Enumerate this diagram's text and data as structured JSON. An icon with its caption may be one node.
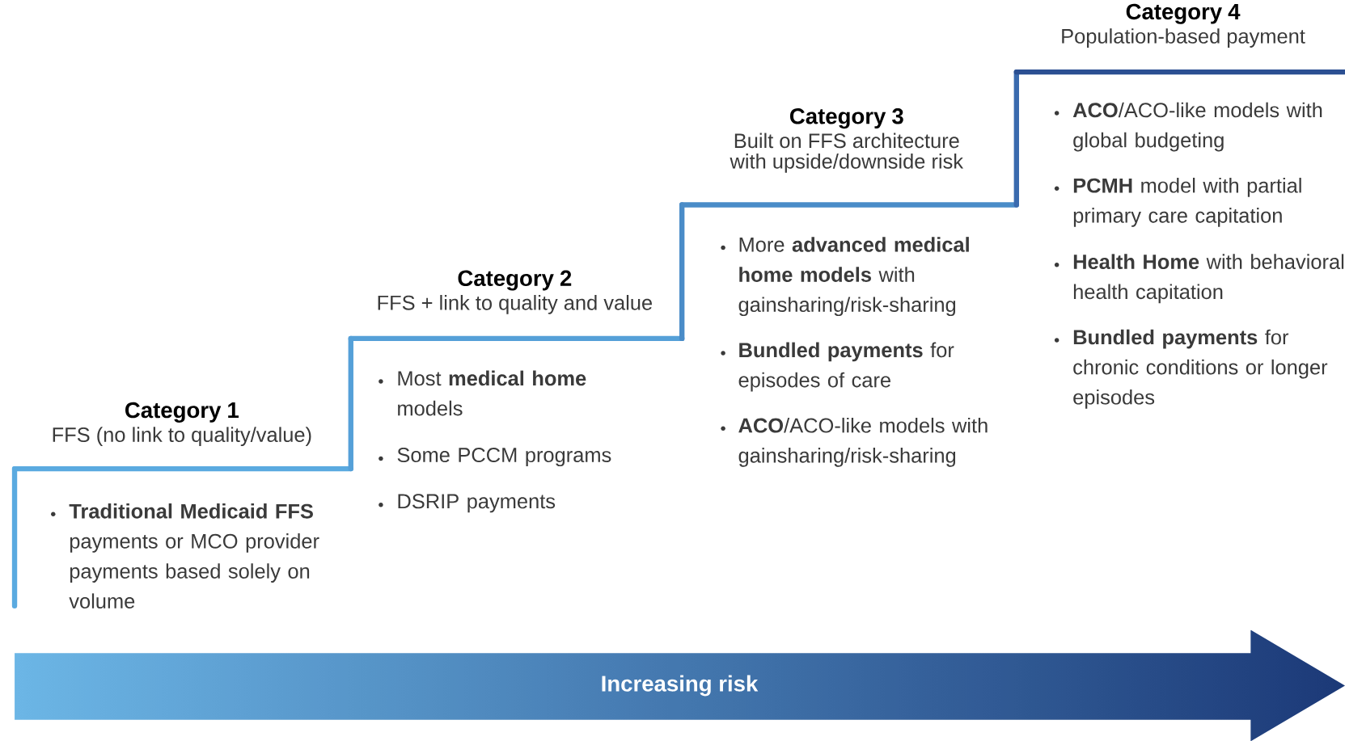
{
  "diagram": {
    "nodes": [
      {
        "text": [
          "Category 1",
          "FFS (no link to quality/value)",
          "**Traditional Medicaid FFS** payments or MCO provider payments based solely on volume"
        ]
      },
      {
        "text": [
          "Category 2",
          "FFS + link to quality and value",
          "Most **medical home** models",
          "Some PCCM programs",
          "DSRIP payments"
        ]
      },
      {
        "text": [
          "Category 3",
          "Built on FFS architecture with upside/downside risk",
          "More **advanced medical home models** with gainsharing/risk-sharing",
          "**Bundled payments** for episodes of care",
          "**ACO**/ACO-like models with gainsharing/risk-sharing"
        ]
      },
      {
        "text": [
          "Category 4",
          "Population-based payment",
          "**ACO**/ACO-like models with global budgeting",
          "**PCMH** model with partial primary care capitation",
          "**Health Home** with behavioral health capitation",
          "**Bundled payments** for chronic conditions or longer episodes"
        ]
      },
      {
        "text": [
          "Increasing risk"
        ]
      }
    ]
  }
}
